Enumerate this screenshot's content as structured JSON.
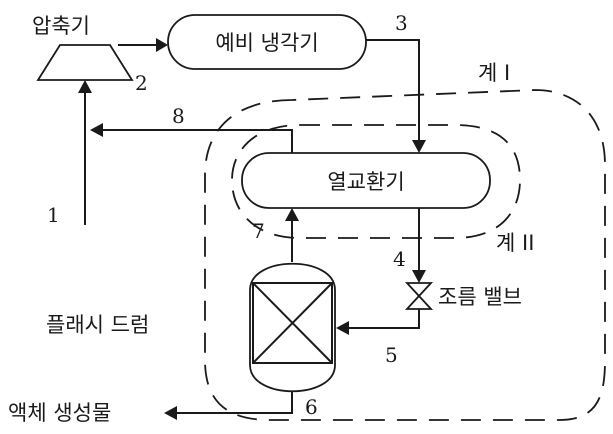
{
  "labels": {
    "compressor": "압축기",
    "precooler": "예비 냉각기",
    "heat_exchanger": "열교환기",
    "throttle_valve": "조름 밸브",
    "flash_drum": "플래시 드럼",
    "liquid_product": "액체 생성물",
    "system_1": "계 I",
    "system_2": "계 II"
  },
  "streams": [
    "1",
    "2",
    "3",
    "4",
    "5",
    "6",
    "7",
    "8"
  ]
}
